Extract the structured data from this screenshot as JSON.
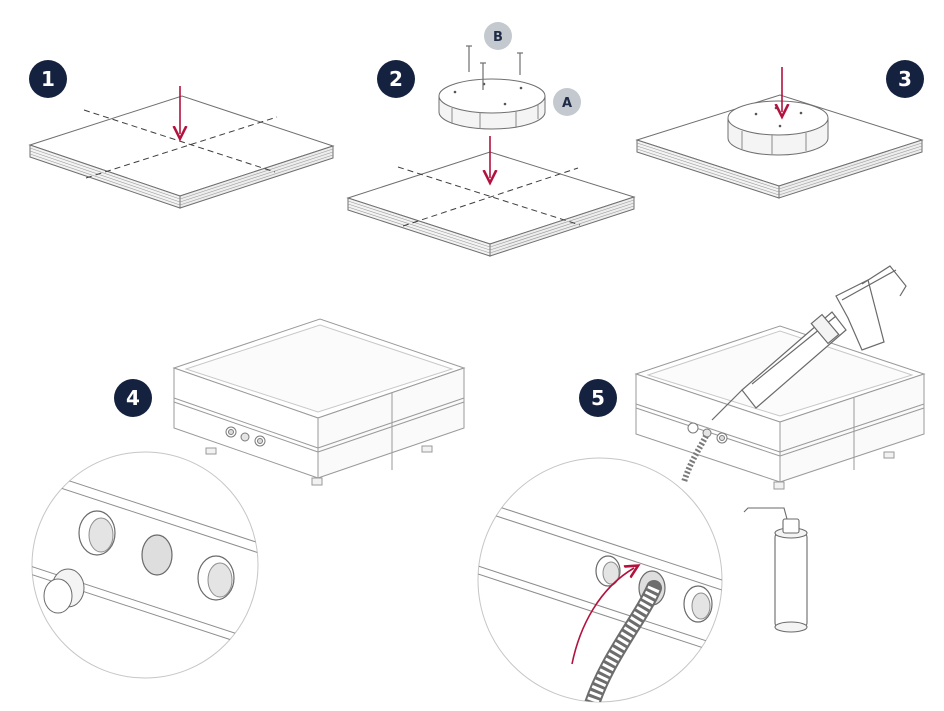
{
  "colors": {
    "badge": "#15223f",
    "label": "#c4c9d0",
    "label_text": "#1f2b44",
    "arrow": "#b3123e",
    "line": "#6f6f6f",
    "line_light": "#b6b6b6",
    "fill": "#ffffff",
    "shade": "#f1f1f1"
  },
  "steps": [
    {
      "number": "1"
    },
    {
      "number": "2"
    },
    {
      "number": "3"
    },
    {
      "number": "4"
    },
    {
      "number": "5"
    }
  ],
  "labels": {
    "a": "A",
    "b": "B"
  }
}
